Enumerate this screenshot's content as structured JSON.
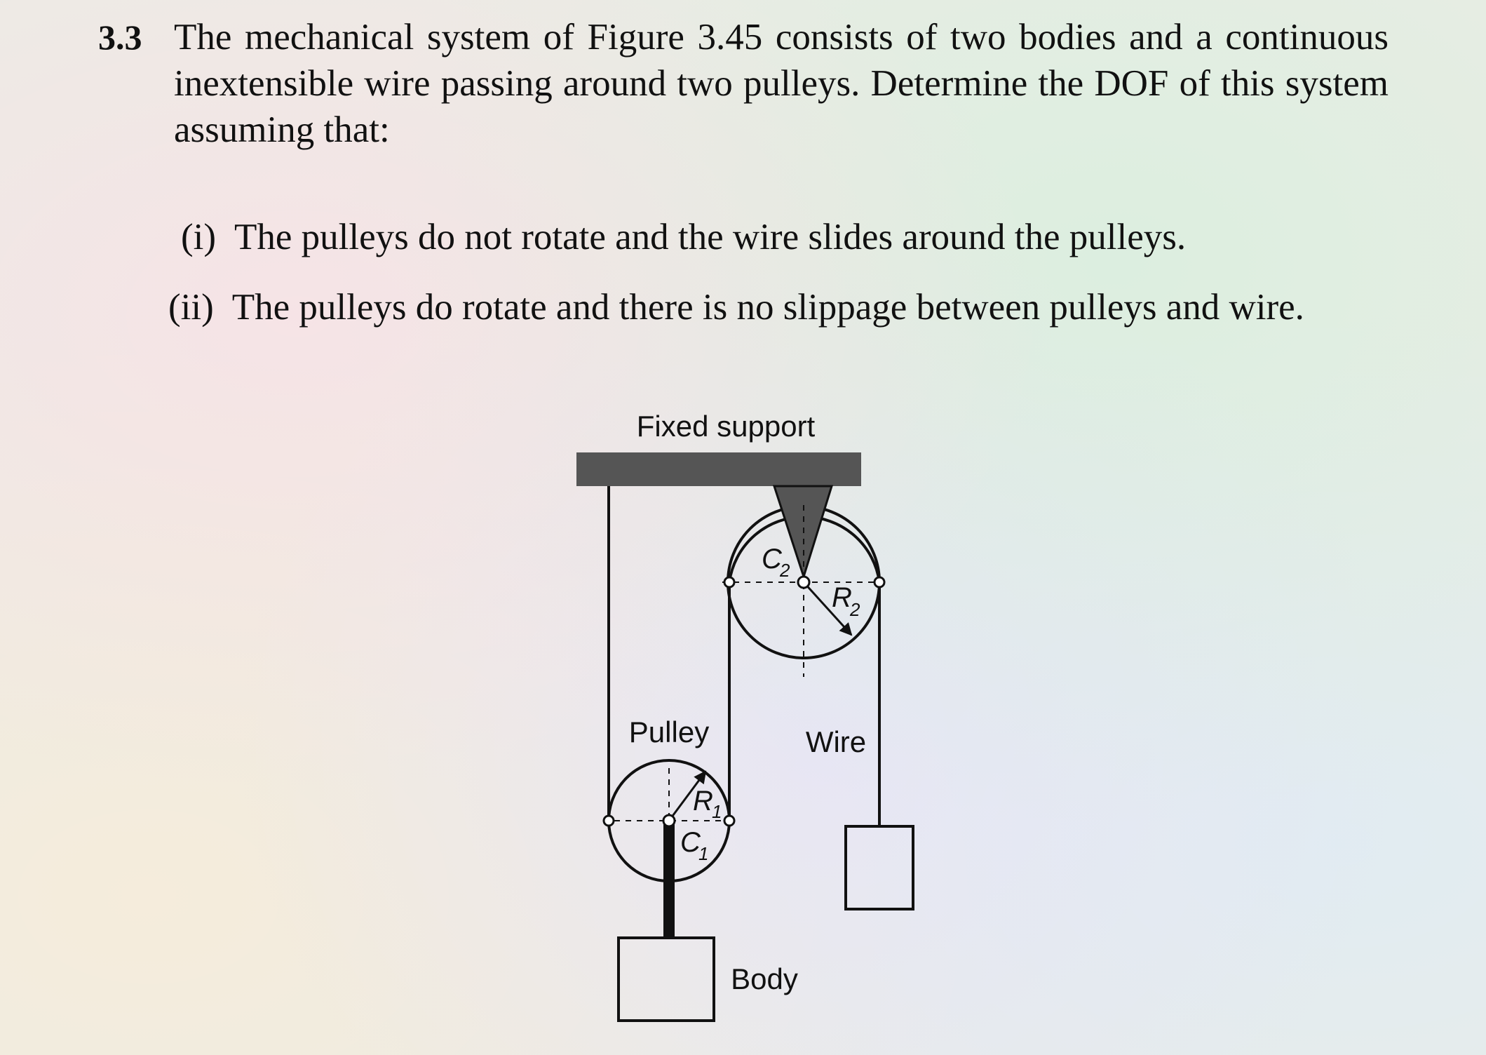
{
  "problem": {
    "number": "3.3",
    "statement": "The mechanical system of Figure 3.45 consists of two bodies and a continuous inextensible wire passing around two pulleys. Determine the DOF of this system assuming that:",
    "items": [
      {
        "label": "(i)",
        "text": "The pulleys do not rotate and the wire slides around the pulleys."
      },
      {
        "label": "(ii)",
        "text": "The pulleys do rotate and there is no slippage between pulleys and wire."
      }
    ]
  },
  "figure": {
    "labels": {
      "fixed_support": "Fixed support",
      "pulley": "Pulley",
      "wire": "Wire",
      "body": "Body"
    },
    "symbols": {
      "c2": "C",
      "c2_sub": "2",
      "r2": "R",
      "r2_sub": "2",
      "r1": "R",
      "r1_sub": "1",
      "c1": "C",
      "c1_sub": "1"
    },
    "colors": {
      "support": "#555555",
      "line": "#111111"
    }
  }
}
